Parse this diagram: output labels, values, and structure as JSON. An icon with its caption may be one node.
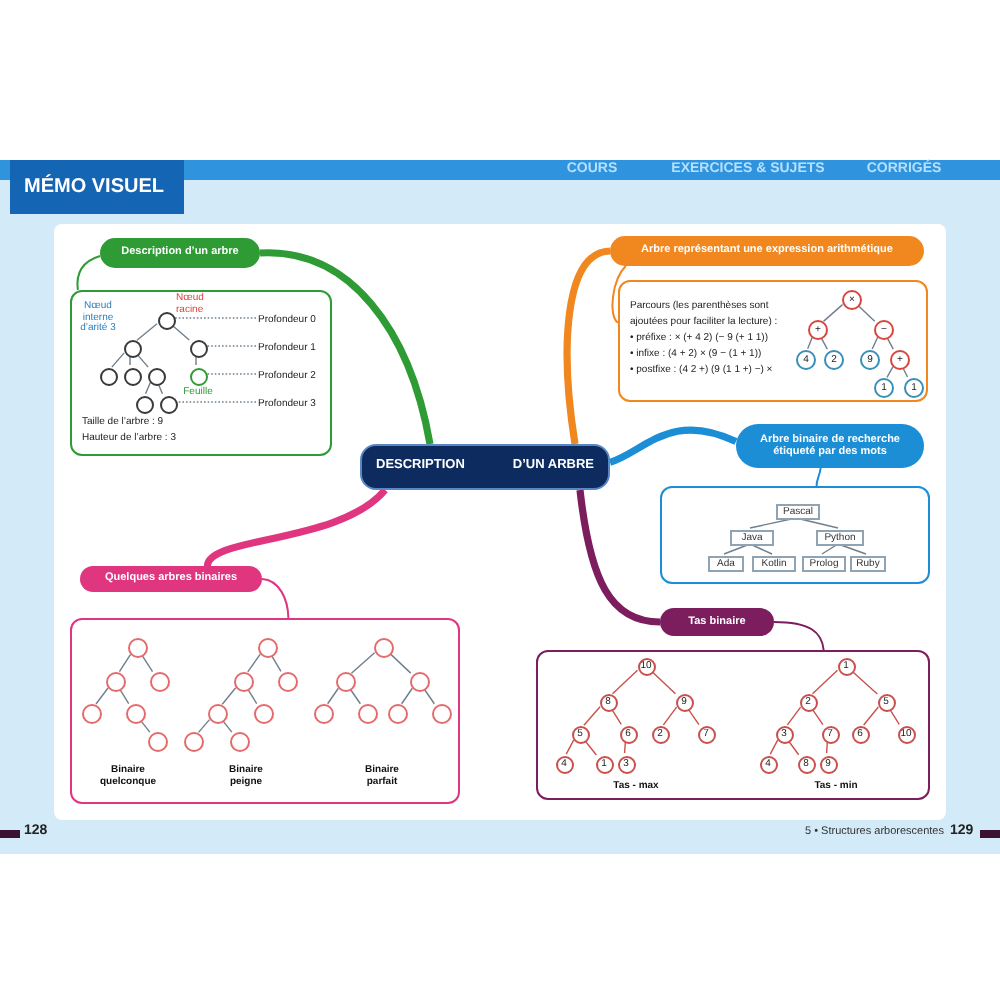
{
  "diagram": {
    "title": "MÉMO VISUEL",
    "nodes": [
      {
        "text": [
          "Description d’un arbre"
        ]
      },
      {
        "text": [
          "Taille de l’arbre : 9",
          "Hauteur de l’arbre : 3"
        ]
      },
      {
        "text": [],
        "shape": "circle",
        "in": 1,
        "beside": [
          "Nœud racine"
        ]
      },
      {
        "text": [],
        "shape": "circle",
        "in": 1,
        "beside": [
          "Nœud interne d’arité 3"
        ]
      },
      {
        "text": [],
        "shape": "circle",
        "in": 1
      },
      {
        "text": [],
        "shape": "circle",
        "in": 1
      },
      {
        "text": [],
        "shape": "circle",
        "in": 1
      },
      {
        "text": [],
        "shape": "circle",
        "in": 1
      },
      {
        "text": [],
        "shape": "circle",
        "in": 1,
        "beside": [
          "Feuille"
        ]
      },
      {
        "text": [],
        "shape": "circle",
        "in": 1
      },
      {
        "text": [],
        "shape": "circle",
        "in": 1
      },
      {
        "text": [
          "Profondeur 0"
        ],
        "in": 1
      },
      {
        "text": [
          "Profondeur 1"
        ],
        "in": 1
      },
      {
        "text": [
          "Profondeur 2"
        ],
        "in": 1
      },
      {
        "text": [
          "Profondeur 3"
        ],
        "in": 1
      },
      {
        "text": [
          "Arbre représentant une expression arithmétique"
        ]
      },
      {
        "text": [
          "Parcours (les parenthèses sont ajoutées pour faciliter la lecture) :",
          "• préfixe : × (+ 4 2) (− 9 (+ 1 1))",
          "• infixe : (4 + 2) × (9 − (1 + 1))",
          "• postfixe : (4 2 +) (9 (1 1 +) −) ×"
        ]
      },
      {
        "text": [
          "×"
        ],
        "in": 16
      },
      {
        "text": [
          "+"
        ],
        "in": 16
      },
      {
        "text": [
          "−"
        ],
        "in": 16
      },
      {
        "text": [
          "4"
        ],
        "in": 16
      },
      {
        "text": [
          "2"
        ],
        "in": 16
      },
      {
        "text": [
          "9"
        ],
        "in": 16
      },
      {
        "text": [
          "+"
        ],
        "in": 16
      },
      {
        "text": [
          "1"
        ],
        "in": 16
      },
      {
        "text": [
          "1"
        ],
        "in": 16
      },
      {
        "text": [
          "DESCRIPTION",
          "D’UN ARBRE"
        ]
      },
      {
        "text": [
          "Arbre binaire de recherche étiqueté par des mots"
        ]
      },
      {
        "text": [],
        "shape": "box"
      },
      {
        "text": [
          "Pascal"
        ],
        "in": 28
      },
      {
        "text": [
          "Java"
        ],
        "in": 28
      },
      {
        "text": [
          "Python"
        ],
        "in": 28
      },
      {
        "text": [
          "Ada"
        ],
        "in": 28
      },
      {
        "text": [
          "Kotlin"
        ],
        "in": 28
      },
      {
        "text": [
          "Prolog"
        ],
        "in": 28
      },
      {
        "text": [
          "Ruby"
        ],
        "in": 28
      },
      {
        "text": [
          "Quelques arbres binaires"
        ]
      },
      {
        "text": [
          "Binaire quelconque",
          "Binaire peigne",
          "Binaire parfait"
        ]
      },
      {
        "text": [],
        "shape": "circle",
        "in": 37
      },
      {
        "text": [],
        "shape": "circle",
        "in": 37
      },
      {
        "text": [],
        "shape": "circle",
        "in": 37
      },
      {
        "text": [],
        "shape": "circle",
        "in": 37
      },
      {
        "text": [],
        "shape": "circle",
        "in": 37
      },
      {
        "text": [],
        "shape": "circle",
        "in": 37
      },
      {
        "text": [],
        "shape": "circle",
        "in": 37
      },
      {
        "text": [],
        "shape": "circle",
        "in": 37
      },
      {
        "text": [],
        "shape": "circle",
        "in": 37
      },
      {
        "text": [],
        "shape": "circle",
        "in": 37
      },
      {
        "text": [],
        "shape": "circle",
        "in": 37
      },
      {
        "text": [],
        "shape": "circle",
        "in": 37
      },
      {
        "text": [],
        "shape": "circle",
        "in": 37
      },
      {
        "text": [],
        "shape": "circle",
        "in": 37
      },
      {
        "text": [],
        "shape": "circle",
        "in": 37
      },
      {
        "text": [],
        "shape": "circle",
        "in": 37
      },
      {
        "text": [],
        "shape": "circle",
        "in": 37
      },
      {
        "text": [],
        "shape": "circle",
        "in": 37
      },
      {
        "text": [],
        "shape": "circle",
        "in": 37
      },
      {
        "text": [],
        "shape": "circle",
        "in": 37
      },
      {
        "text": [
          "Tas binaire"
        ]
      },
      {
        "text": [
          "Tas - max",
          "Tas - min"
        ]
      },
      {
        "text": [
          "10"
        ],
        "in": 59
      },
      {
        "text": [
          "8"
        ],
        "in": 59
      },
      {
        "text": [
          "9"
        ],
        "in": 59
      },
      {
        "text": [
          "5"
        ],
        "in": 59
      },
      {
        "text": [
          "6"
        ],
        "in": 59
      },
      {
        "text": [
          "2"
        ],
        "in": 59
      },
      {
        "text": [
          "7"
        ],
        "in": 59
      },
      {
        "text": [
          "4"
        ],
        "in": 59
      },
      {
        "text": [
          "1"
        ],
        "in": 59
      },
      {
        "text": [
          "3"
        ],
        "in": 59
      },
      {
        "text": [
          "1"
        ],
        "in": 59
      },
      {
        "text": [
          "2"
        ],
        "in": 59
      },
      {
        "text": [
          "5"
        ],
        "in": 59
      },
      {
        "text": [
          "3"
        ],
        "in": 59
      },
      {
        "text": [
          "7"
        ],
        "in": 59
      },
      {
        "text": [
          "6"
        ],
        "in": 59
      },
      {
        "text": [
          "10"
        ],
        "in": 59
      },
      {
        "text": [
          "4"
        ],
        "in": 59
      },
      {
        "text": [
          "8"
        ],
        "in": 59
      },
      {
        "text": [
          "9"
        ],
        "in": 59
      }
    ],
    "edges": [
      {
        "from": 26,
        "to": 0,
        "arrow": "none",
        "style": "thick",
        "color": "#2e9b35"
      },
      {
        "from": 0,
        "to": 1,
        "arrow": "none",
        "color": "#2e9b35"
      },
      {
        "from": 2,
        "to": 3,
        "arrow": "none"
      },
      {
        "from": 2,
        "to": 4,
        "arrow": "none"
      },
      {
        "from": 3,
        "to": 5,
        "arrow": "none"
      },
      {
        "from": 3,
        "to": 6,
        "arrow": "none"
      },
      {
        "from": 3,
        "to": 7,
        "arrow": "none"
      },
      {
        "from": 4,
        "to": 8,
        "arrow": "none"
      },
      {
        "from": 7,
        "to": 9,
        "arrow": "none"
      },
      {
        "from": 7,
        "to": 10,
        "arrow": "none"
      },
      {
        "from": 11,
        "to": 2,
        "arrow": "none",
        "style": "dashed"
      },
      {
        "from": 12,
        "to": 4,
        "arrow": "none",
        "style": "dashed"
      },
      {
        "from": 13,
        "to": 8,
        "arrow": "none",
        "style": "dashed"
      },
      {
        "from": 14,
        "to": 10,
        "arrow": "none",
        "style": "dashed"
      },
      {
        "from": 26,
        "to": 15,
        "arrow": "none",
        "style": "thick",
        "color": "#f0871f"
      },
      {
        "from": 15,
        "to": 16,
        "arrow": "none",
        "color": "#f0871f"
      },
      {
        "from": 17,
        "to": 18,
        "arrow": "none"
      },
      {
        "from": 17,
        "to": 19,
        "arrow": "none"
      },
      {
        "from": 18,
        "to": 20,
        "arrow": "none"
      },
      {
        "from": 18,
        "to": 21,
        "arrow": "none"
      },
      {
        "from": 19,
        "to": 22,
        "arrow": "none"
      },
      {
        "from": 19,
        "to": 23,
        "arrow": "none"
      },
      {
        "from": 23,
        "to": 24,
        "arrow": "none"
      },
      {
        "from": 23,
        "to": 25,
        "arrow": "none"
      },
      {
        "from": 26,
        "to": 27,
        "arrow": "none",
        "style": "thick",
        "color": "#1b8ed6"
      },
      {
        "from": 27,
        "to": 28,
        "arrow": "none",
        "color": "#1b8ed6"
      },
      {
        "from": 29,
        "to": 30,
        "arrow": "none"
      },
      {
        "from": 29,
        "to": 31,
        "arrow": "none"
      },
      {
        "from": 30,
        "to": 32,
        "arrow": "none"
      },
      {
        "from": 30,
        "to": 33,
        "arrow": "none"
      },
      {
        "from": 31,
        "to": 34,
        "arrow": "none"
      },
      {
        "from": 31,
        "to": 35,
        "arrow": "none"
      },
      {
        "from": 26,
        "to": 36,
        "arrow": "none",
        "style": "thick",
        "color": "#e0357f"
      },
      {
        "from": 36,
        "to": 37,
        "arrow": "none",
        "color": "#e0357f"
      },
      {
        "from": 38,
        "to": 39,
        "arrow": "none"
      },
      {
        "from": 38,
        "to": 40,
        "arrow": "none"
      },
      {
        "from": 39,
        "to": 41,
        "arrow": "none"
      },
      {
        "from": 39,
        "to": 42,
        "arrow": "none"
      },
      {
        "from": 42,
        "to": 43,
        "arrow": "none"
      },
      {
        "from": 44,
        "to": 45,
        "arrow": "none"
      },
      {
        "from": 44,
        "to": 46,
        "arrow": "none"
      },
      {
        "from": 45,
        "to": 47,
        "arrow": "none"
      },
      {
        "from": 45,
        "to": 48,
        "arrow": "none"
      },
      {
        "from": 47,
        "to": 49,
        "arrow": "none"
      },
      {
        "from": 47,
        "to": 50,
        "arrow": "none"
      },
      {
        "from": 51,
        "to": 52,
        "arrow": "none"
      },
      {
        "from": 51,
        "to": 53,
        "arrow": "none"
      },
      {
        "from": 52,
        "to": 54,
        "arrow": "none"
      },
      {
        "from": 52,
        "to": 55,
        "arrow": "none"
      },
      {
        "from": 53,
        "to": 56,
        "arrow": "none"
      },
      {
        "from": 53,
        "to": 57,
        "arrow": "none"
      },
      {
        "from": 26,
        "to": 58,
        "arrow": "none",
        "style": "thick",
        "color": "#7c1d5e"
      },
      {
        "from": 58,
        "to": 59,
        "arrow": "none",
        "color": "#7c1d5e"
      },
      {
        "from": 60,
        "to": 61,
        "arrow": "none",
        "color": "#c9504c"
      },
      {
        "from": 60,
        "to": 62,
        "arrow": "none",
        "color": "#c9504c"
      },
      {
        "from": 61,
        "to": 63,
        "arrow": "none",
        "color": "#c9504c"
      },
      {
        "from": 61,
        "to": 64,
        "arrow": "none",
        "color": "#c9504c"
      },
      {
        "from": 62,
        "to": 65,
        "arrow": "none",
        "color": "#c9504c"
      },
      {
        "from": 62,
        "to": 66,
        "arrow": "none",
        "color": "#c9504c"
      },
      {
        "from": 63,
        "to": 67,
        "arrow": "none",
        "color": "#c9504c"
      },
      {
        "from": 63,
        "to": 68,
        "arrow": "none",
        "color": "#c9504c"
      },
      {
        "from": 64,
        "to": 69,
        "arrow": "none",
        "color": "#c9504c"
      },
      {
        "from": 70,
        "to": 71,
        "arrow": "none",
        "color": "#c9504c"
      },
      {
        "from": 70,
        "to": 72,
        "arrow": "none",
        "color": "#c9504c"
      },
      {
        "from": 71,
        "to": 73,
        "arrow": "none",
        "color": "#c9504c"
      },
      {
        "from": 71,
        "to": 74,
        "arrow": "none",
        "color": "#c9504c"
      },
      {
        "from": 72,
        "to": 75,
        "arrow": "none",
        "color": "#c9504c"
      },
      {
        "from": 72,
        "to": 76,
        "arrow": "none",
        "color": "#c9504c"
      },
      {
        "from": 73,
        "to": 77,
        "arrow": "none",
        "color": "#c9504c"
      },
      {
        "from": 73,
        "to": 78,
        "arrow": "none",
        "color": "#c9504c"
      },
      {
        "from": 74,
        "to": 79,
        "arrow": "none",
        "color": "#c9504c"
      }
    ],
    "labels": [
      "COURS",
      "EXERCICES & SUJETS",
      "CORRIGÉS",
      "128",
      "5 • Structures arborescentes",
      "129"
    ]
  }
}
